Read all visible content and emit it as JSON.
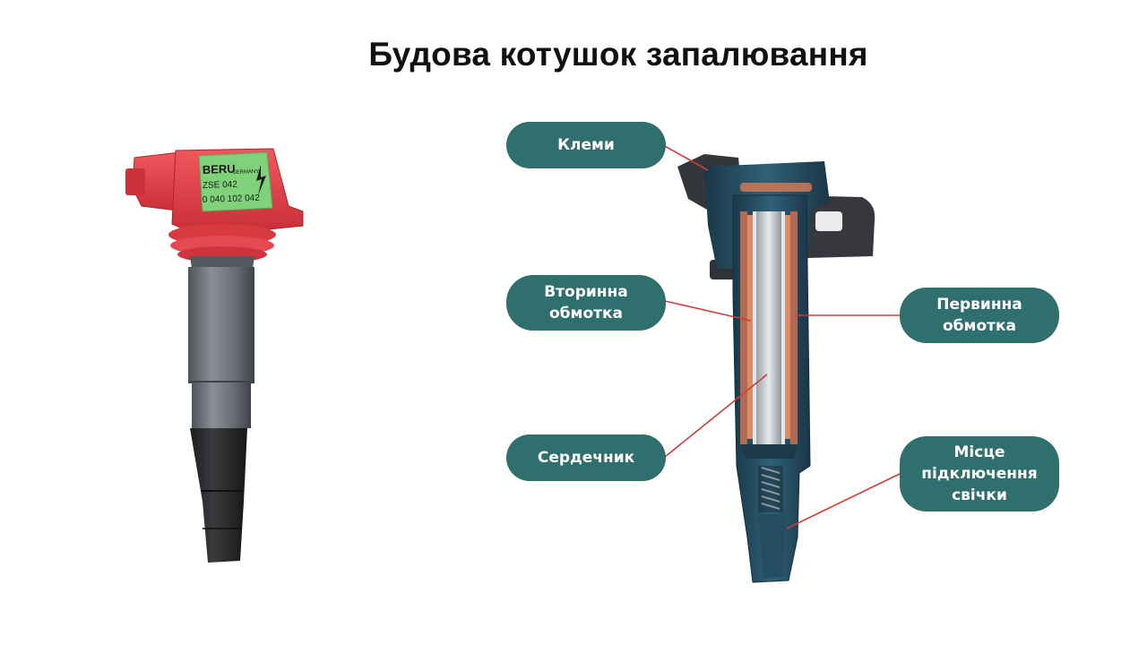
{
  "title": "Будова котушок запалювання",
  "product_label": {
    "brand": "BERU",
    "brand_country": "GERMANY",
    "model": "ZSE 042",
    "part_number": "0 040 102 042"
  },
  "callouts": {
    "terminals": [
      "Клеми"
    ],
    "secondary_winding": [
      "Вторинна",
      "обмотка"
    ],
    "primary_winding": [
      "Первинна",
      "обмотка"
    ],
    "core": [
      "Сердечник"
    ],
    "plug_connection": [
      "Місце",
      "підключення",
      "свічки"
    ]
  },
  "colors": {
    "callout_bg": "#2f6f6e",
    "leader_line": "#d23b3b",
    "coil_head": "#e8424a",
    "label_green": "#7fd27a",
    "coil_body": "#6b6f76",
    "cutaway_body": "#234a5e"
  }
}
